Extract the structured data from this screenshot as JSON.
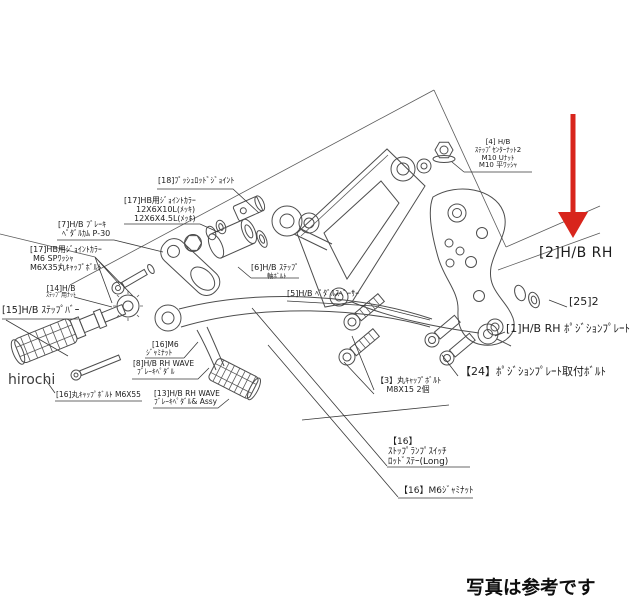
{
  "page": {
    "background": "#ffffff",
    "line_color": "#4d4d4d",
    "text_color": "#1c1c1c"
  },
  "watermark": {
    "text": "hirochi"
  },
  "footer_note": {
    "text": "写真は参考です"
  },
  "annotation_arrow": {
    "color": "#d8251c",
    "points_at": "[2]H/B RH"
  },
  "diagram": {
    "labels": [
      {
        "id": "18",
        "lines": [
          "[18]ﾌﾟｯｼｭﾛｯﾄﾞｼﾞｮｲﾝﾄ"
        ]
      },
      {
        "id": "17a",
        "lines": [
          "[17]HB用ｼﾞｮｲﾝﾄｶﾗｰ",
          "12X6X10L(ﾒｯｷ)",
          "12X6X4.5L(ﾒｯｷ)"
        ]
      },
      {
        "id": "7",
        "lines": [
          "[7]H/B ﾌﾞﾚｰｷ",
          "ﾍﾟﾀﾞﾙｶﾑ P-30"
        ]
      },
      {
        "id": "17b",
        "lines": [
          "[17]HB用ｼﾞｮｲﾝﾄｶﾗｰ",
          "M6 SPﾜｯｼｬ",
          "M6X35丸ｷｬｯﾌﾟﾎﾞﾙﾄ"
        ]
      },
      {
        "id": "14",
        "lines": [
          "[14]H/B",
          "ｽﾃｯﾌﾟ用ﾅｯﾄ"
        ]
      },
      {
        "id": "15",
        "lines": [
          "[15]H/B ｽﾃｯﾌﾟﾊﾞｰ"
        ]
      },
      {
        "id": "6",
        "lines": [
          "[6]H/B ｽﾃｯﾌﾟ",
          "軸ﾎﾞﾙﾄ"
        ]
      },
      {
        "id": "5",
        "lines": [
          "[5]H/B ﾍﾟﾀﾞﾙｽﾍﾟｰｻｰ"
        ]
      },
      {
        "id": "4",
        "lines": [
          "[4] H/B",
          "ｽﾃｯﾌﾟｾﾝﾀｰﾅｯﾄ2",
          "M10 Uﾅｯﾄ",
          "M10 平ﾜｯｼｬ"
        ]
      },
      {
        "id": "2",
        "lines": [
          "[2]H/B RH"
        ]
      },
      {
        "id": "25",
        "lines": [
          "[25]2"
        ]
      },
      {
        "id": "1",
        "lines": [
          "[1]H/B RH ﾎﾟｼﾞｼｮﾝﾌﾟﾚｰﾄ"
        ]
      },
      {
        "id": "24",
        "lines": [
          "【24】ﾎﾟｼﾞｼｮﾝﾌﾟﾚｰﾄ取付ﾎﾞﾙﾄ"
        ]
      },
      {
        "id": "3",
        "lines": [
          "【3】丸ｷｬｯﾌﾟﾎﾞﾙﾄ",
          "M8X15 2個"
        ]
      },
      {
        "id": "16a",
        "lines": [
          "[16]M6",
          "ｼﾞｬﾐﾅｯﾄ"
        ]
      },
      {
        "id": "8",
        "lines": [
          "[8]H/B RH WAVE",
          "ﾌﾞﾚｰｷﾍﾟﾀﾞﾙ"
        ]
      },
      {
        "id": "16b",
        "lines": [
          "[16]丸ｷｬｯﾌﾟﾎﾞﾙﾄ M6X55"
        ]
      },
      {
        "id": "13",
        "lines": [
          "[13]H/B RH WAVE",
          "ﾌﾞﾚｰｷﾍﾟﾀﾞﾙ& Assy"
        ]
      },
      {
        "id": "16c",
        "lines": [
          "【16】",
          "ｽﾄｯﾌﾟﾗﾝﾌﾟｽｲｯﾁ",
          "ﾛｯﾄﾞｽﾃｰ(Long)"
        ]
      },
      {
        "id": "16d",
        "lines": [
          "【16】M6ｼﾞｬﾐﾅｯﾄ"
        ]
      }
    ]
  }
}
